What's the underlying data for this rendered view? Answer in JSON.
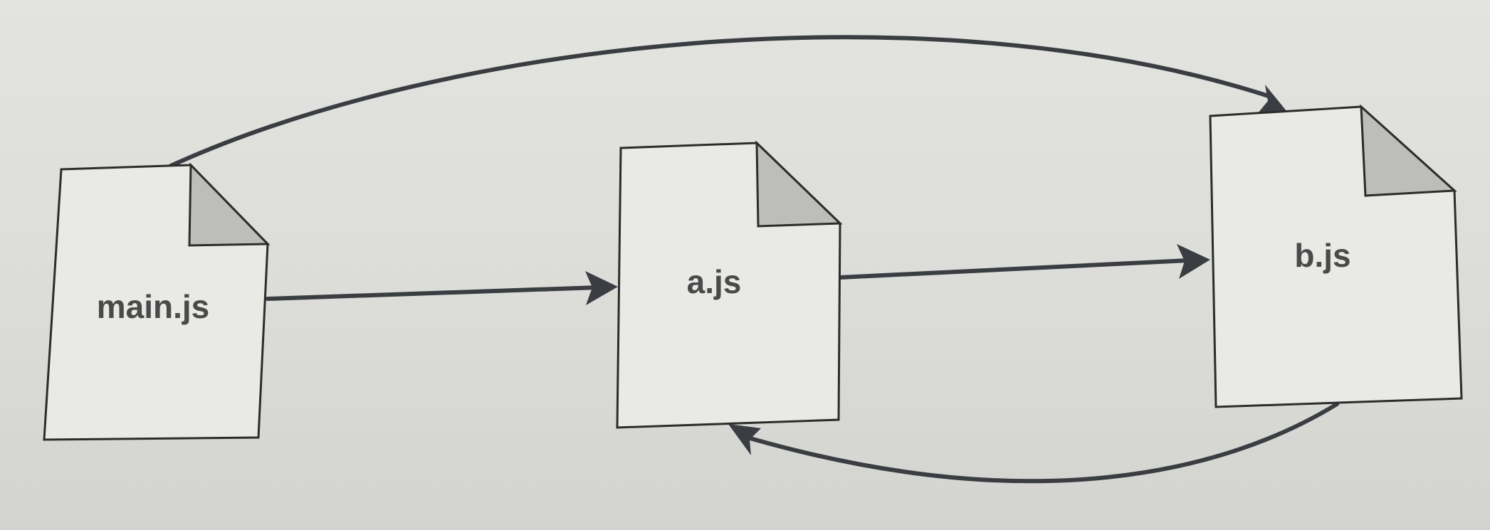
{
  "diagram": {
    "nodes": [
      {
        "id": "main",
        "label": "main.js"
      },
      {
        "id": "a",
        "label": "a.js"
      },
      {
        "id": "b",
        "label": "b.js"
      }
    ],
    "edges": [
      {
        "from": "main",
        "to": "a"
      },
      {
        "from": "a",
        "to": "b"
      },
      {
        "from": "main",
        "to": "b"
      },
      {
        "from": "b",
        "to": "a"
      }
    ],
    "colors": {
      "document_fill": "#e9e9e6",
      "fold_fill": "#bdbdba",
      "outline": "#2c2c2c",
      "arrow": "#3a3d42",
      "label": "#4a4a4a"
    }
  }
}
